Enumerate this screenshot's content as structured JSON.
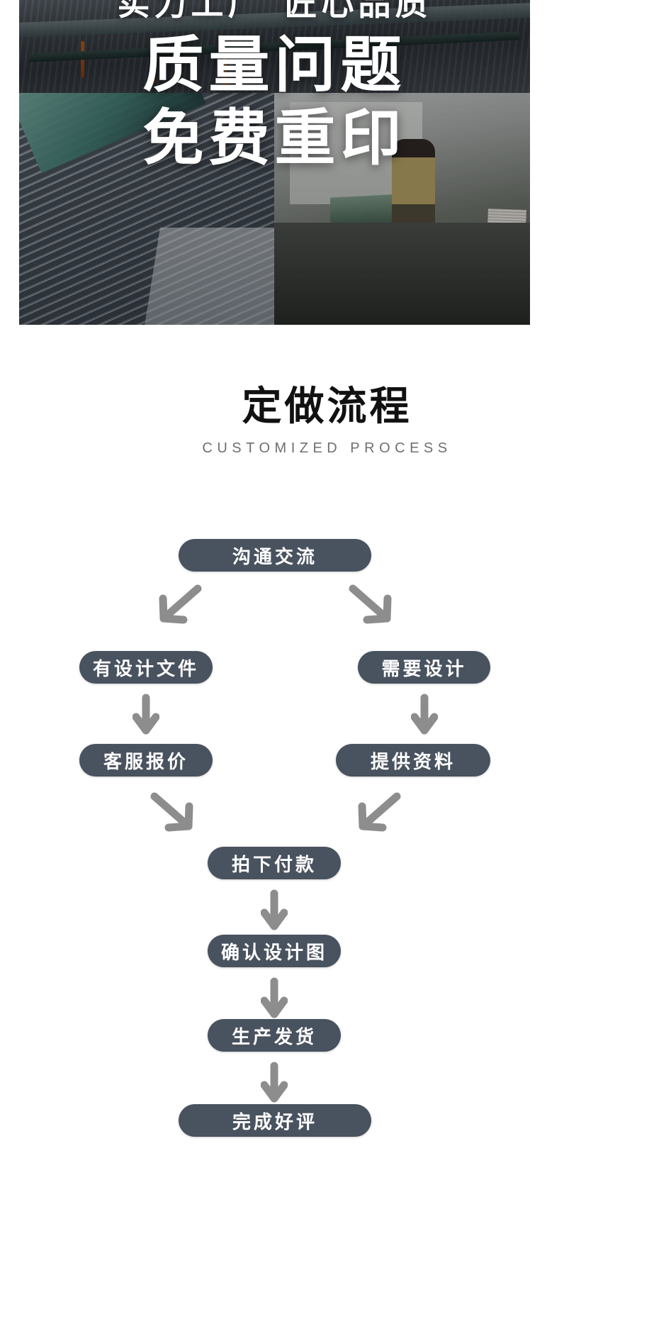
{
  "hero": {
    "tagline_left": "实力工厂",
    "tagline_right": "匠心品质",
    "headline_line1": "质量问题",
    "headline_line2": "免费重印"
  },
  "section": {
    "title": "定做流程",
    "subtitle": "CUSTOMIZED PROCESS"
  },
  "flow": {
    "nodes": [
      {
        "id": "start",
        "label": "沟通交流"
      },
      {
        "id": "branch-a",
        "label": "有设计文件"
      },
      {
        "id": "branch-b",
        "label": "需要设计"
      },
      {
        "id": "quote",
        "label": "客服报价"
      },
      {
        "id": "material",
        "label": "提供资料"
      },
      {
        "id": "pay",
        "label": "拍下付款"
      },
      {
        "id": "confirm",
        "label": "确认设计图"
      },
      {
        "id": "produce",
        "label": "生产发货"
      },
      {
        "id": "finish",
        "label": "完成好评"
      }
    ]
  },
  "colors": {
    "pill_background": "#49525f",
    "pill_text": "#ffffff",
    "arrow": "#8d8d8d",
    "title_text": "#111111",
    "subtitle_text": "#6f6f6f",
    "page_background": "#ffffff"
  }
}
